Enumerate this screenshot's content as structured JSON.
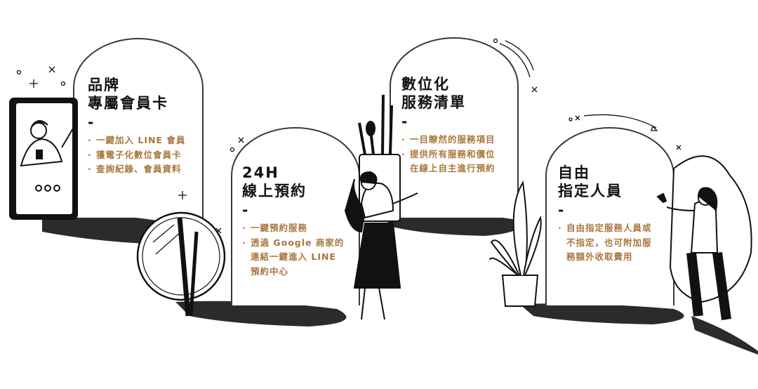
{
  "cards": [
    {
      "title_lines": [
        "品牌",
        "專屬會員卡"
      ],
      "dash": "-",
      "bullets": [
        "一鍵加入 LINE 會員",
        "獲電子化數位會員卡",
        "查詢紀錄、會員資料"
      ]
    },
    {
      "title_lines": [
        "24H",
        "線上預約"
      ],
      "dash": "-",
      "bullets": [
        "一鍵預約服務",
        "透過 Google 商家的",
        "連結一鍵進入 LINE",
        "預約中心"
      ]
    },
    {
      "title_lines": [
        "數位化",
        "服務清單"
      ],
      "dash": "-",
      "bullets": [
        "一目瞭然的服務項目",
        "提供所有服務和價位",
        "在線上自主進行預約"
      ]
    },
    {
      "title_lines": [
        "自由",
        "指定人員"
      ],
      "dash": "-",
      "bullets": [
        "自由指定服務人員或",
        "不指定，也可附加服",
        "務額外收取費用"
      ]
    }
  ],
  "colors": {
    "accent": "#a9773e",
    "ink": "#111111",
    "shadow": "#2b2b2b",
    "arch_stroke": "#3a3a3a"
  },
  "illustrations": [
    "phone-with-person",
    "mirror",
    "woman-with-brush-cup",
    "potted-plant",
    "woman-with-plant"
  ]
}
